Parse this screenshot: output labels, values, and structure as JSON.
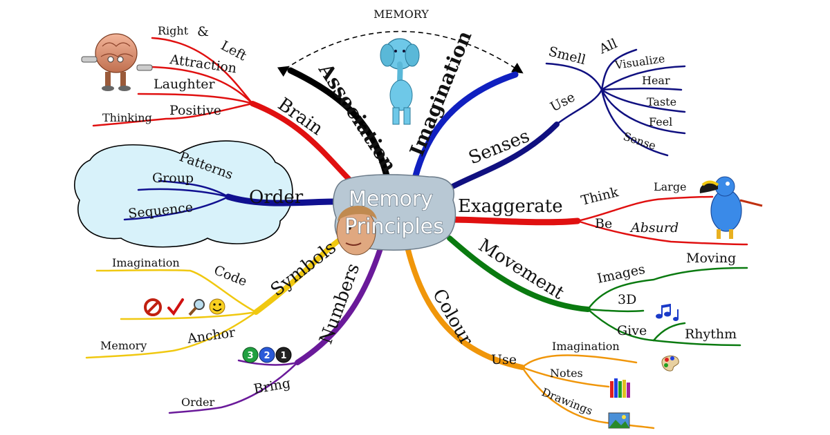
{
  "center": {
    "line1": "Memory",
    "line2": "Principles"
  },
  "top_arc_label": "MEMORY",
  "colors": {
    "association": "#000000",
    "imagination": "#1020c0",
    "brain": "#e01010",
    "order": "#101090",
    "symbols": "#f0c810",
    "numbers": "#6a1a9a",
    "colour": "#f0960a",
    "movement": "#0a7a10",
    "exaggerate": "#e01010",
    "senses": "#101080",
    "cloud": "#d8f2fa"
  },
  "branches": {
    "association": {
      "label": "Association"
    },
    "imagination": {
      "label": "Imagination"
    },
    "brain": {
      "label": "Brain",
      "left": "Left",
      "right": "Right",
      "amp": "&",
      "attraction": "Attraction",
      "laughter": "Laughter",
      "positive": "Positive",
      "thinking": "Thinking"
    },
    "order": {
      "label": "Order",
      "patterns": "Patterns",
      "group": "Group",
      "sequence": "Sequence"
    },
    "symbols": {
      "label": "Symbols",
      "code": "Code",
      "imagination": "Imagination",
      "anchor": "Anchor",
      "memory": "Memory"
    },
    "numbers": {
      "label": "Numbers",
      "bring": "Bring",
      "order": "Order",
      "icons": [
        "3",
        "2",
        "1"
      ]
    },
    "colour": {
      "label": "Colour",
      "use": "Use",
      "imagination": "Imagination",
      "notes": "Notes",
      "drawings": "Drawings"
    },
    "movement": {
      "label": "Movement",
      "images": "Images",
      "moving": "Moving",
      "three_d": "3D",
      "give": "Give",
      "rhythm": "Rhythm"
    },
    "exaggerate": {
      "label": "Exaggerate",
      "think": "Think",
      "large": "Large",
      "be": "Be",
      "absurd": "Absurd"
    },
    "senses": {
      "label": "Senses",
      "use": "Use",
      "smell": "Smell",
      "all": "All",
      "visualize": "Visualize",
      "hear": "Hear",
      "taste": "Taste",
      "feel": "Feel",
      "sense": "Sense"
    }
  },
  "icon_names": [
    "brain-character-icon",
    "elephant-icon",
    "toucan-icon",
    "stop-icon",
    "check-icon",
    "magnifier-icon",
    "smiley-icon",
    "number-ball-icon",
    "palette-icon",
    "crayons-icon",
    "picture-icon",
    "music-notes-icon",
    "head-icon"
  ]
}
